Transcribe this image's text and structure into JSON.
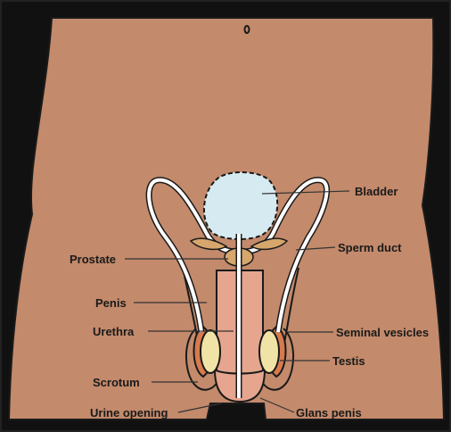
{
  "colors": {
    "skin": "#C38A6B",
    "outline": "#1A1A1A",
    "bladder": "#D6EBF1",
    "testis": "#F1E3A6",
    "epididymis": "#D77A4E",
    "penis": "#E6A58E",
    "vesicle": "#D6A66C",
    "background": "#111111",
    "duct": "#FFFFFF"
  },
  "labels": {
    "bladder": "Bladder",
    "sperm_duct": "Sperm duct",
    "prostate": "Prostate",
    "penis": "Penis",
    "urethra": "Urethra",
    "seminal_vesicles": "Seminal vesicles",
    "testis": "Testis",
    "scrotum": "Scrotum",
    "urine_opening": "Urine opening",
    "glans_penis": "Glans penis"
  },
  "icons": {
    "navel": "navel-icon"
  }
}
